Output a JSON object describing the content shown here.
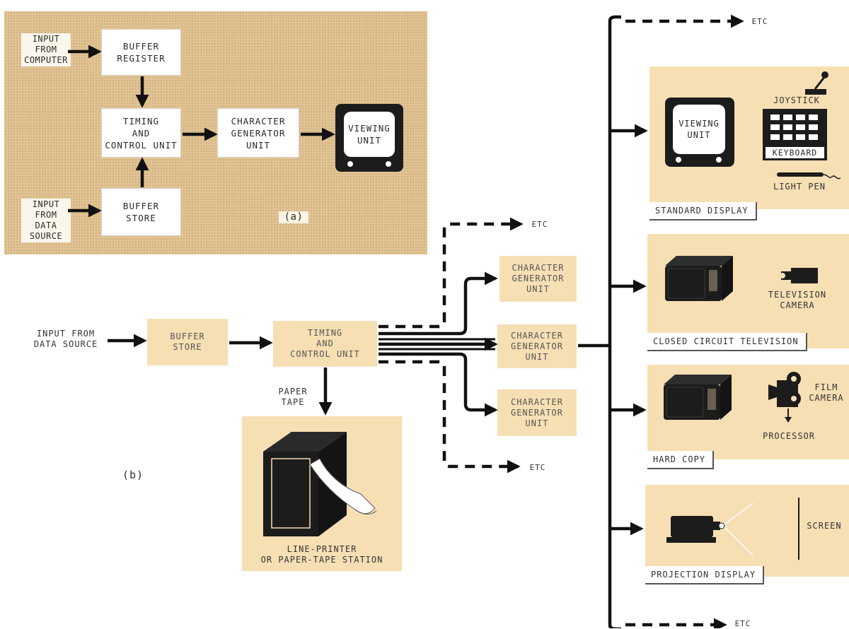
{
  "panel_a": {
    "input_computer": "INPUT\nFROM\nCOMPUTER",
    "buffer_register": "BUFFER\nREGISTER",
    "timing_control": "TIMING\nAND\nCONTROL UNIT",
    "char_gen": "CHARACTER\nGENERATOR\nUNIT",
    "viewing_unit": "VIEWING\nUNIT",
    "input_data_source": "INPUT\nFROM\nDATA SOURCE",
    "buffer_store": "BUFFER\nSTORE",
    "figure_label": "(a)"
  },
  "panel_b": {
    "input_from_data_source": "INPUT FROM\nDATA SOURCE",
    "buffer_store": "BUFFER\nSTORE",
    "timing_control": "TIMING\nAND\nCONTROL UNIT",
    "paper_tape": "PAPER\nTAPE",
    "printer_label": "LINE-PRINTER\nOR PAPER-TAPE STATION",
    "figure_label": "(b)",
    "char_gen_1": "CHARACTER\nGENERATOR\nUNIT",
    "char_gen_2": "CHARACTER\nGENERATOR\nUNIT",
    "char_gen_3": "CHARACTER\nGENERATOR\nUNIT",
    "etc_upper": "ETC",
    "etc_lower": "ETC"
  },
  "outputs": {
    "etc_top": "ETC",
    "etc_bottom": "ETC",
    "standard_display": {
      "tab": "STANDARD DISPLAY",
      "viewing_unit": "VIEWING\nUNIT",
      "joystick": "JOYSTICK",
      "keyboard": "KEYBOARD",
      "light_pen": "LIGHT PEN"
    },
    "cctv": {
      "tab": "CLOSED CIRCUIT TELEVISION",
      "camera": "TELEVISION\nCAMERA"
    },
    "hard_copy": {
      "tab": "HARD COPY",
      "film_camera": "FILM\nCAMERA",
      "processor": "PROCESSOR"
    },
    "projection": {
      "tab": "PROJECTION DISPLAY",
      "screen": "SCREEN"
    }
  }
}
